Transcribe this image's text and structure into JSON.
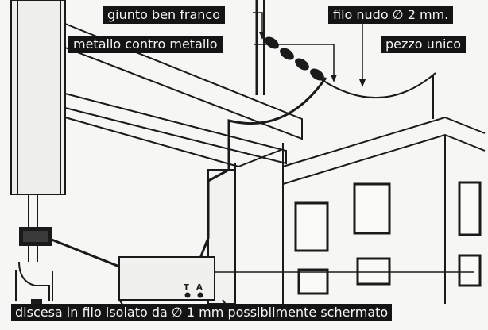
{
  "labels": {
    "joint": "giunto ben franco",
    "metal": "metallo contro metallo",
    "wire": "filo nudo ∅ 2 mm.",
    "single_piece": "pezzo unico",
    "downlead": "discesa in filo isolato da ∅ 1 mm  possibilmente schermato"
  },
  "terminals": {
    "t": "T",
    "a": "A"
  },
  "colors": {
    "ink": "#141414",
    "paper": "#f6f6f4"
  }
}
